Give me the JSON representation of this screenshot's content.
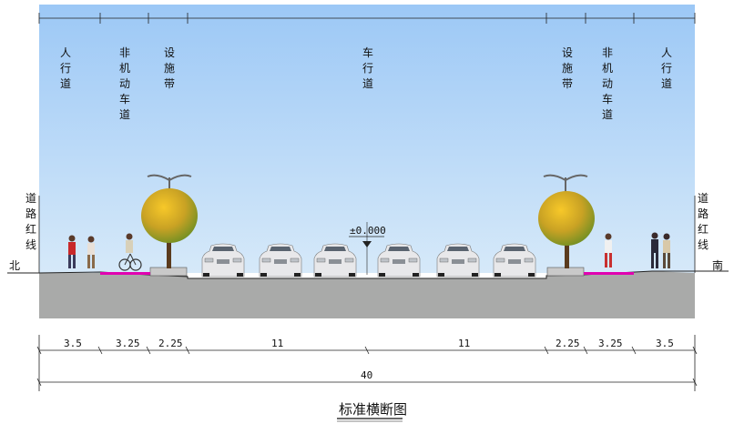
{
  "zones_top": [
    {
      "id": "sidewalk-left",
      "label": "人行道"
    },
    {
      "id": "bike-left",
      "label": "非机动车道"
    },
    {
      "id": "facility-left",
      "label": "设施带"
    },
    {
      "id": "carriageway",
      "label": "车行道"
    },
    {
      "id": "facility-right",
      "label": "设施带"
    },
    {
      "id": "bike-right",
      "label": "非机动车道"
    },
    {
      "id": "sidewalk-right",
      "label": "人行道"
    }
  ],
  "redline_left": "道路红线",
  "redline_right": "道路红线",
  "north": "北",
  "south": "南",
  "elevation": "±0.000",
  "dimensions": [
    "3.5",
    "3.25",
    "2.25",
    "11",
    "11",
    "2.25",
    "3.25",
    "3.5"
  ],
  "total": "40",
  "title": "标准横断图",
  "colors": {
    "sky_top": "#9cc8f6",
    "sky_bottom": "#cfe5f8",
    "ground": "#a9aaa9",
    "bike_lane": "#e000b0",
    "tree_top": "#f0b820",
    "tree_green": "#7aa22a"
  }
}
